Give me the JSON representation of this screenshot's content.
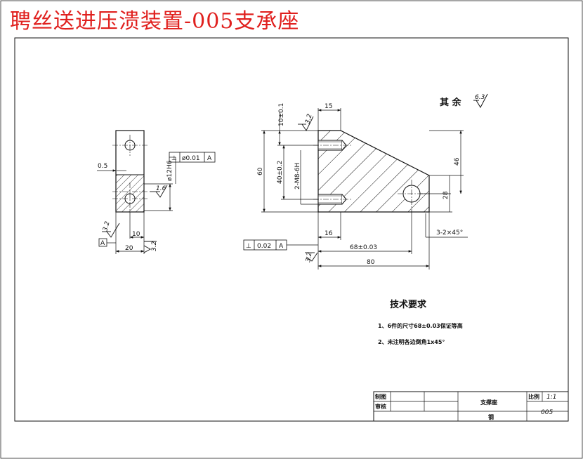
{
  "title": "聘丝送进压溃装置-005支承座",
  "rest_roughness": {
    "label": "其 余",
    "value": "6.3"
  },
  "side_view": {
    "gap_dim": "0.5",
    "bore_label": "ø12H6",
    "tolerance": {
      "symbol": "⊥",
      "value": "ø0.01",
      "datum": "A"
    },
    "bore_roughness": "1.6",
    "bottom_roughness": "3.2",
    "right_roughness": "3.2",
    "datum": "A",
    "dim_inner": "10",
    "dim_width": "20"
  },
  "front_view": {
    "dim_top": "15",
    "dim_10": "10±0.1",
    "dim_60": "60",
    "dim_40": "40±0.2",
    "thread_label": "2-M8-6H",
    "dim_46": "46",
    "dim_28": "28",
    "dim_16": "16",
    "chamfer": "3-2×45°",
    "dim_68": "68±0.03",
    "dim_80": "80",
    "top_roughness": "3.2",
    "bottom_roughness": "3.2",
    "tolerance": {
      "symbol": "⊥",
      "value": "0.02",
      "datum": "A"
    }
  },
  "tech_req": {
    "heading": "技术要求",
    "items": [
      "1、6件的尺寸68±0.03保证等高",
      "2、未注明各边倒角1x45°"
    ]
  },
  "title_block": {
    "drawn_label": "制图",
    "checked_label": "审核",
    "part_name": "支撑座",
    "scale_label": "比例",
    "scale_value": "1:1",
    "part_no": "005",
    "material": "钢"
  }
}
